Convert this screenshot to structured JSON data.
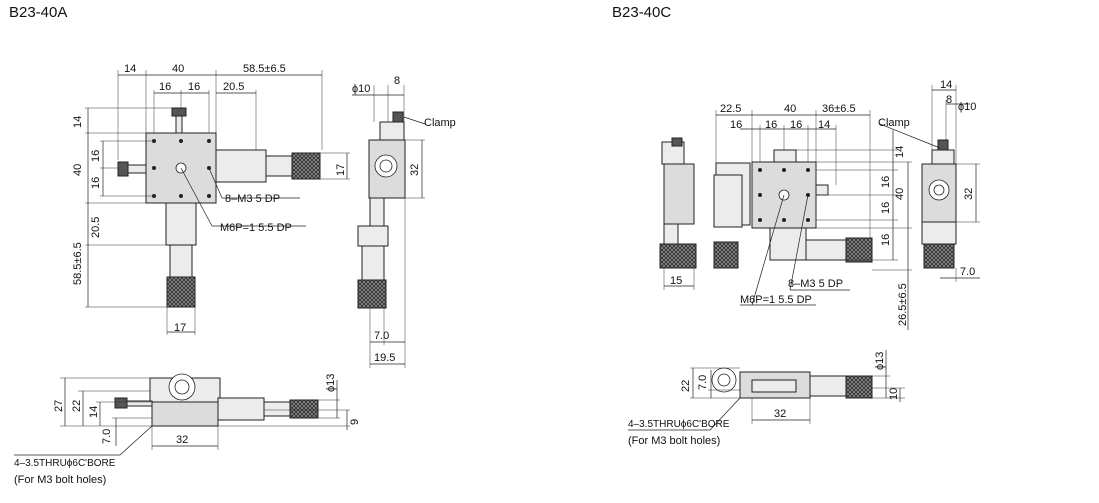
{
  "left_title": "B23-40A",
  "right_title": "B23-40C",
  "left": {
    "dims": {
      "d14_top": "14",
      "d40_top": "40",
      "d58_top": "58.5±6.5",
      "d16a": "16",
      "d16b": "16",
      "d20_5_top": "20.5",
      "phi10": "ϕ10",
      "d8": "8",
      "clamp": "Clamp",
      "d14_left": "14",
      "d40_left": "40",
      "d16_left_a": "16",
      "d16_left_b": "16",
      "d20_5_left": "20.5",
      "d58_left": "58.5±6.5",
      "d17_right": "17",
      "d32_side": "32",
      "m3": "8–M3 5 DP",
      "m6": "M6P=1 5.5 DP",
      "d17_bottom": "17",
      "d7_0": "7.0",
      "d19_5": "19.5",
      "phi13": "ϕ13",
      "d27": "27",
      "d22": "22",
      "d14_side": "14",
      "d7_0_side": "7.0",
      "d32_bottom": "32",
      "d9": "9",
      "bore": "4–3.5THRUϕ6C'BORE",
      "bolt": "(For M3 bolt holes)"
    }
  },
  "right": {
    "dims": {
      "d22_5": "22.5",
      "d40": "40",
      "d36": "36±6.5",
      "d16a": "16",
      "d16b": "16",
      "d16c": "16",
      "d14": "14",
      "clamp": "Clamp",
      "d14_side": "14",
      "d8": "8",
      "phi10": "ϕ10",
      "d14_right": "14",
      "d16_r1": "16",
      "d40_r": "40",
      "d16_r2": "16",
      "d16_r3": "16",
      "d32_side": "32",
      "d15": "15",
      "m3": "8–M3 5 DP",
      "m6": "M6P=1 5.5 DP",
      "d26_5": "26.5±6.5",
      "d7_0": "7.0",
      "phi13": "ϕ13",
      "d22": "22",
      "d7_0_side": "7.0",
      "d10": "10",
      "d32": "32",
      "bore": "4–3.5THRUϕ6C'BORE",
      "bolt": "(For M3 bolt holes)"
    }
  }
}
